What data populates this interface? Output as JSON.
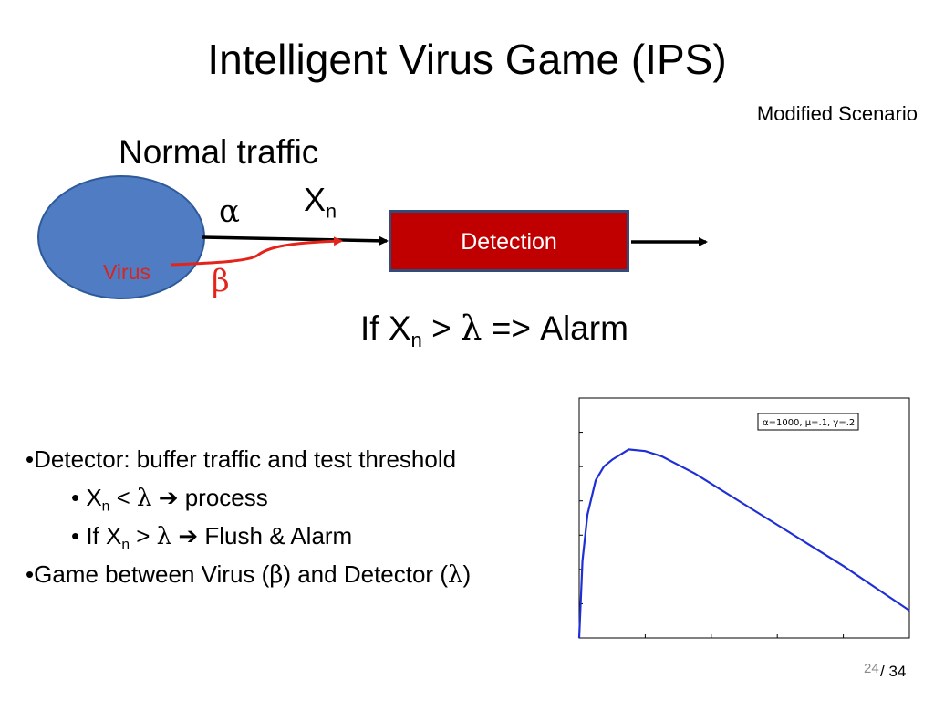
{
  "slide": {
    "title": "Intelligent Virus Game (IPS)",
    "subtitle": "Modified Scenario",
    "normal_traffic_label": "Normal traffic",
    "alpha": "α",
    "beta": "β",
    "xn_base": "X",
    "xn_sub": "n",
    "virus_label": "Virus",
    "detection_label": "Detection",
    "rule": {
      "prefix": "If X",
      "sub": "n",
      "mid": " > ",
      "lambda": "λ",
      "suffix": "  => Alarm"
    },
    "bullets": [
      {
        "pre": "•Detector: buffer traffic and test threshold"
      },
      {
        "pre": "• X",
        "sub": "n",
        "mid": " < ",
        "lambda": "λ",
        "arrow": " ➔ ",
        "post": "process"
      },
      {
        "pre": "• If X",
        "sub": "n",
        "mid": " > ",
        "lambda": "λ",
        "arrow": "  ➔  ",
        "post": "Flush & Alarm"
      },
      {
        "pre": "•Game between Virus (",
        "greek1": "β",
        "mid": ") and Detector (",
        "greek2": "λ",
        "post": ")"
      }
    ],
    "page_current": "24",
    "page_total": "/ 34",
    "colors": {
      "ellipse_fill": "#4f7cc2",
      "ellipse_stroke": "#2e5a9a",
      "detection_fill": "#c00000",
      "virus_red": "#d8251f",
      "curve_blue": "#1f2fd6"
    }
  },
  "chart_data": {
    "type": "line",
    "legend": "α=1000, μ=.1, γ=.2",
    "legend_position": "top-right",
    "x": [
      0,
      10,
      25,
      50,
      75,
      100,
      150,
      200,
      250,
      300,
      350,
      400,
      500,
      600,
      700,
      800,
      900,
      1000
    ],
    "y": [
      0,
      0.45,
      0.72,
      0.92,
      1.0,
      1.04,
      1.1,
      1.09,
      1.06,
      1.01,
      0.96,
      0.9,
      0.78,
      0.66,
      0.54,
      0.42,
      0.29,
      0.16
    ],
    "xlim": [
      0,
      1000
    ],
    "ylim": [
      0,
      1.4
    ],
    "grid": false,
    "series": [
      {
        "color": "#1f2fd6"
      }
    ]
  }
}
